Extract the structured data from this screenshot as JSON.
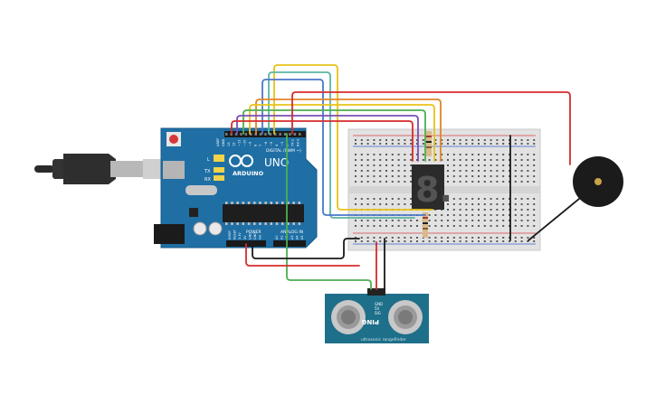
{
  "board": {
    "logo_text": "ARDUINO",
    "model": "UNO",
    "digital_label": "DIGITAL (PWM ~)",
    "power_label": "POWER",
    "analog_label": "ANALOG IN",
    "left_labels": [
      "TX",
      "RX",
      "L"
    ],
    "top_pins": [
      "AREF",
      "GND",
      "13",
      "12",
      "~11",
      "~10",
      "~9",
      "8",
      "7",
      "~6",
      "~5",
      "4",
      "~3",
      "2",
      "TX 1",
      "RX 0"
    ],
    "power_pins": [
      "IOREF",
      "RESET",
      "3.3V",
      "5V",
      "GND",
      "GND",
      "Vin"
    ],
    "analog_pins": [
      "A0",
      "A1",
      "A2",
      "A3",
      "A4",
      "A5"
    ]
  },
  "display": {
    "digit": "8."
  },
  "sensor": {
    "label": "PING",
    "pins": [
      "GND",
      "5V",
      "SIG"
    ],
    "bottom_text": "ultrasonic rangefinder"
  },
  "colors": {
    "board": "#1f6fa5",
    "wire_red": "#d62b2b",
    "wire_black": "#1a1a1a",
    "wire_yellow": "#e8c21a",
    "wire_green": "#4caf50",
    "wire_teal": "#5bb5a2",
    "wire_blue": "#4a78c9",
    "wire_purple": "#7b4fb5",
    "wire_orange": "#e0852a"
  }
}
